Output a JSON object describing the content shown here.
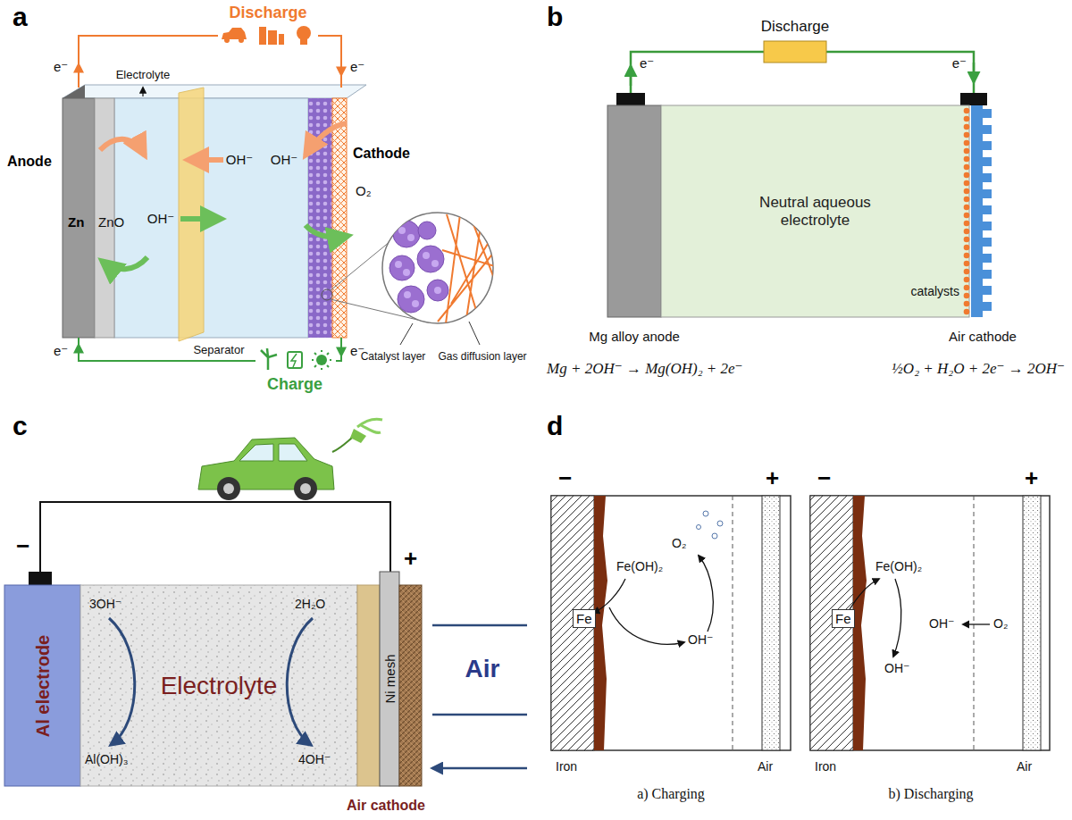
{
  "diagram": {
    "nodes": [
      {
        "text": [
          "Neutral aqueous electrolyte"
        ]
      },
      {
        "text": [
          "Al electrode"
        ]
      },
      {
        "text": [
          "Electrolyte"
        ]
      },
      {
        "text": [
          "Ni mesh"
        ]
      }
    ],
    "labels": [
      "a",
      "Discharge",
      "e⁻",
      "e⁻",
      "Electrolyte",
      "Anode",
      "Zn",
      "ZnO",
      "OH⁻",
      "OH⁻",
      "OH⁻",
      "O₂",
      "Cathode",
      "Separator",
      "Catalyst layer",
      "Gas diffusion layer",
      "e⁻",
      "e⁻",
      "Charge",
      "b",
      "Discharge",
      "e⁻",
      "e⁻",
      "catalysts",
      "Mg alloy anode",
      "Air cathode",
      "Mg + 2OH⁻ → Mg(OH)₂ + 2e⁻",
      "½O₂ + H₂O + 2e⁻ → 2OH⁻",
      "c",
      "−",
      "+",
      "3OH⁻",
      "Al(OH)₃",
      "2H₂O",
      "4OH⁻",
      "Air",
      "Air cathode",
      "d",
      "−",
      "+",
      "Fe(OH)₂",
      "Fe",
      "OH⁻",
      "O₂",
      "Iron",
      "Air",
      "a) Charging",
      "−",
      "+",
      "Fe(OH)₂",
      "Fe",
      "OH⁻",
      "OH⁻",
      "O₂",
      "Iron",
      "Air",
      "b) Discharging"
    ]
  }
}
